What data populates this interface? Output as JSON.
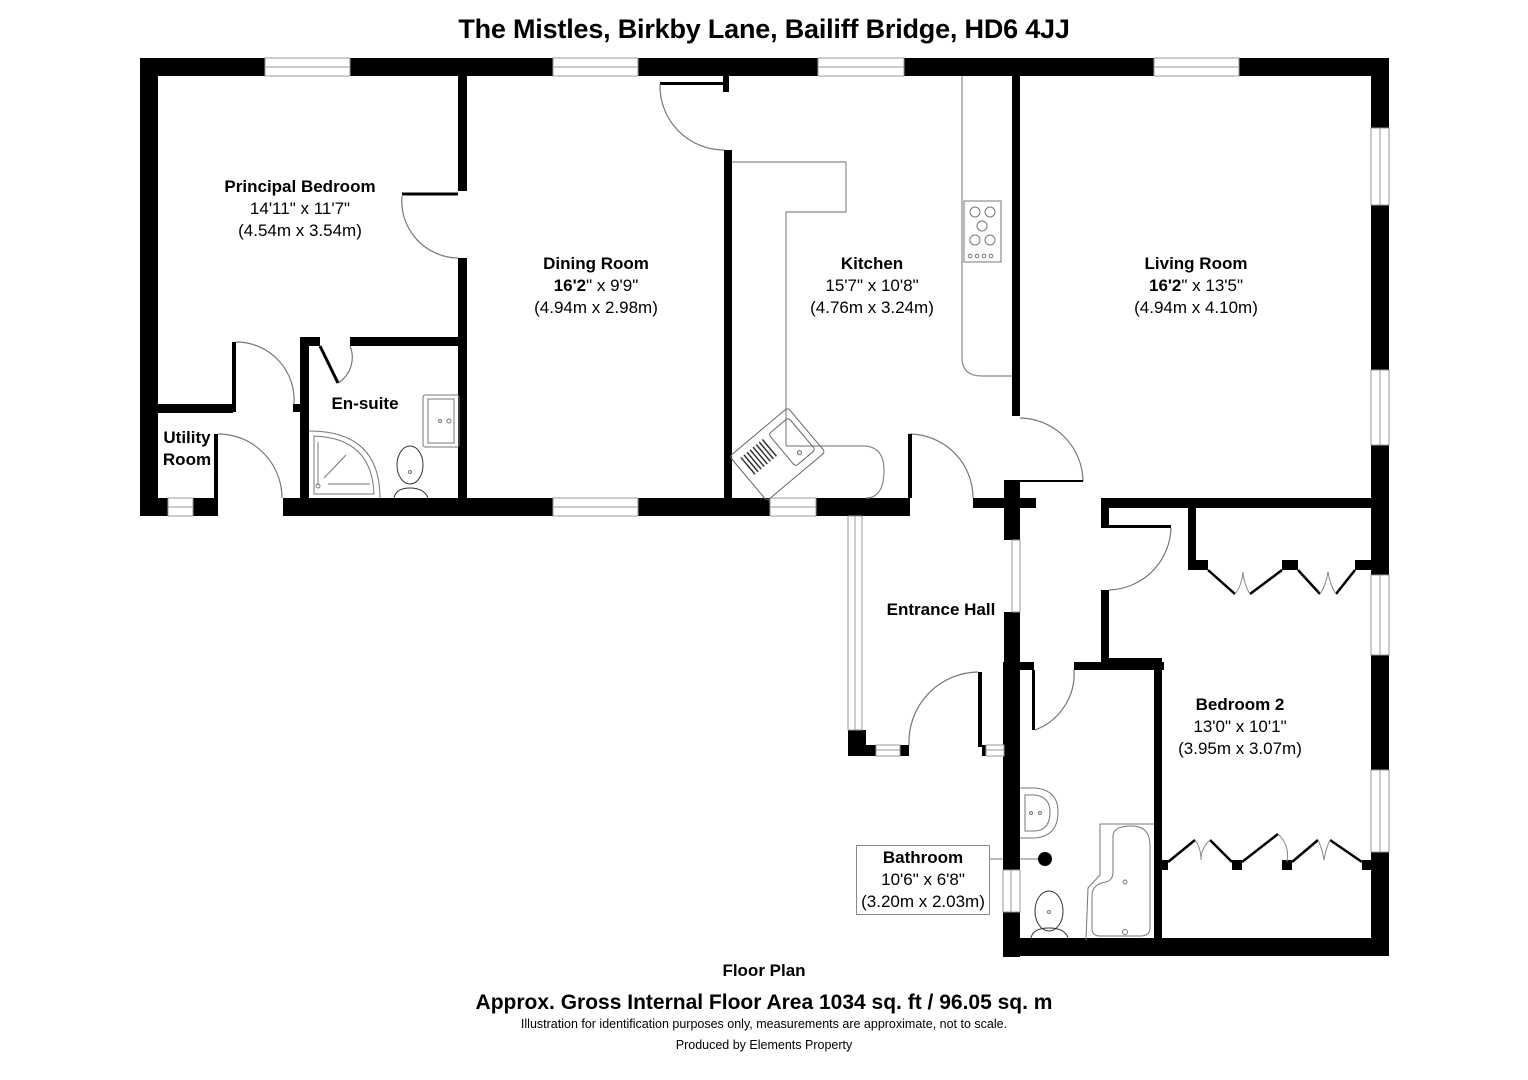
{
  "header": {
    "title": "The Mistles, Birkby Lane, Bailiff Bridge, HD6 4JJ"
  },
  "rooms": {
    "principal_bedroom": {
      "name": "Principal Bedroom",
      "imperial": "14'11\" x 11'7\"",
      "metric": "(4.54m x 3.54m)"
    },
    "dining_room": {
      "name": "Dining Room",
      "imperial_bold": "16'2",
      "imperial_rest": "\" x 9'9\"",
      "metric": "(4.94m x 2.98m)"
    },
    "kitchen": {
      "name": "Kitchen",
      "imperial": "15'7\" x 10'8\"",
      "metric": "(4.76m x 3.24m)"
    },
    "living_room": {
      "name": "Living Room",
      "imperial_bold": "16'2",
      "imperial_rest": "\" x 13'5\"",
      "metric": "(4.94m x 4.10m)"
    },
    "en_suite": {
      "name": "En-suite"
    },
    "utility_room": {
      "name_line1": "Utility",
      "name_line2": "Room"
    },
    "entrance_hall": {
      "name": "Entrance Hall"
    },
    "bedroom_2": {
      "name": "Bedroom 2",
      "imperial": "13'0\" x 10'1\"",
      "metric": "(3.95m x 3.07m)"
    },
    "bathroom": {
      "name": "Bathroom",
      "imperial": "10'6\" x 6'8\"",
      "metric": "(3.20m x 2.03m)"
    }
  },
  "fixtures": [
    "hob-icon",
    "sink-icon",
    "shower-icon",
    "toilet-icon",
    "basin-icon",
    "bath-icon",
    "wardrobe-icon"
  ],
  "colors": {
    "wall": "#000000",
    "fixture_line": "#888888",
    "background": "#ffffff"
  },
  "footer": {
    "plan_name": "Floor Plan",
    "area": "Approx. Gross Internal Floor Area 1034 sq. ft / 96.05 sq. m",
    "disclaimer": "Illustration for identification purposes only, measurements are approximate, not to scale.",
    "produced_by": "Produced by Elements Property"
  }
}
